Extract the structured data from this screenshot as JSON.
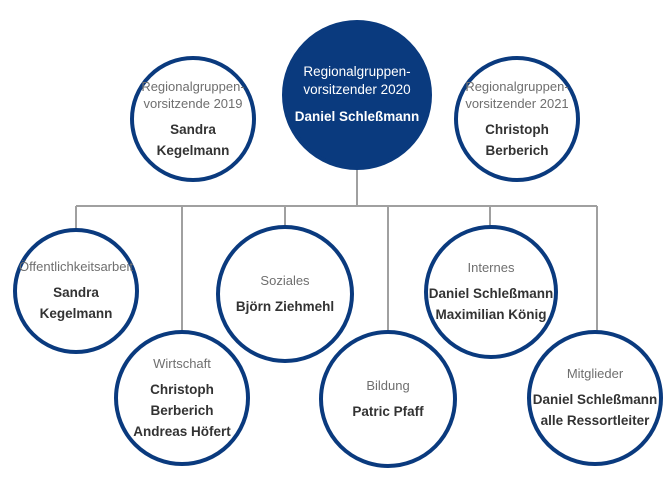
{
  "colors": {
    "accent": "#0a3a7e",
    "line": "#a0a0a0",
    "role_text": "#6f6f6f",
    "name_text": "#333333"
  },
  "center": {
    "role": "Regionalgruppen-\nvorsitzender 2020",
    "names": [
      "Daniel Schleßmann"
    ]
  },
  "top_left": {
    "role": "Regionalgruppen-\nvorsitzende 2019",
    "names": [
      "Sandra Kegelmann"
    ]
  },
  "top_right": {
    "role": "Regionalgruppen-\nvorsitzender 2021",
    "names": [
      "Christoph Berberich"
    ]
  },
  "departments": [
    {
      "role": "Öffentlichkeitsarbeit",
      "names": [
        "Sandra Kegelmann"
      ]
    },
    {
      "role": "Wirtschaft",
      "names": [
        "Christoph Berberich",
        "Andreas Höfert"
      ]
    },
    {
      "role": "Soziales",
      "names": [
        "Björn Ziehmehl"
      ]
    },
    {
      "role": "Bildung",
      "names": [
        "Patric Pfaff"
      ]
    },
    {
      "role": "Internes",
      "names": [
        "Daniel Schleßmann",
        "Maximilian König"
      ]
    },
    {
      "role": "Mitglieder",
      "names": [
        "Daniel Schleßmann",
        "alle Ressortleiter"
      ]
    }
  ]
}
